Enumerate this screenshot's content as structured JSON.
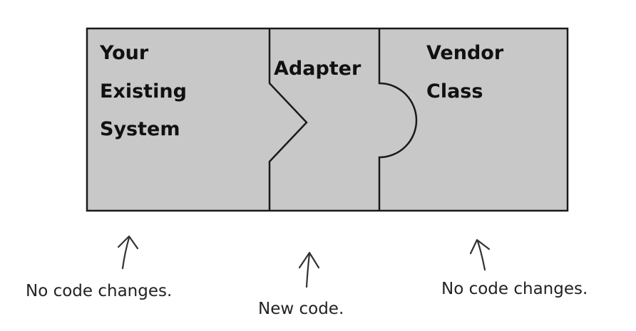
{
  "diagram": {
    "sections": [
      {
        "id": "existing-system",
        "label_lines": [
          "Your",
          "Existing",
          "System"
        ],
        "caption": "No code changes."
      },
      {
        "id": "adapter",
        "label_lines": [
          "Adapter"
        ],
        "caption": "New code."
      },
      {
        "id": "vendor-class",
        "label_lines": [
          "Vendor",
          "Class"
        ],
        "caption": "No code changes."
      }
    ],
    "colors": {
      "box_fill": "#c8c8c8",
      "outline": "#1a1a1a",
      "text": "#111111",
      "caption_text": "#222222",
      "background": "#ffffff"
    }
  }
}
